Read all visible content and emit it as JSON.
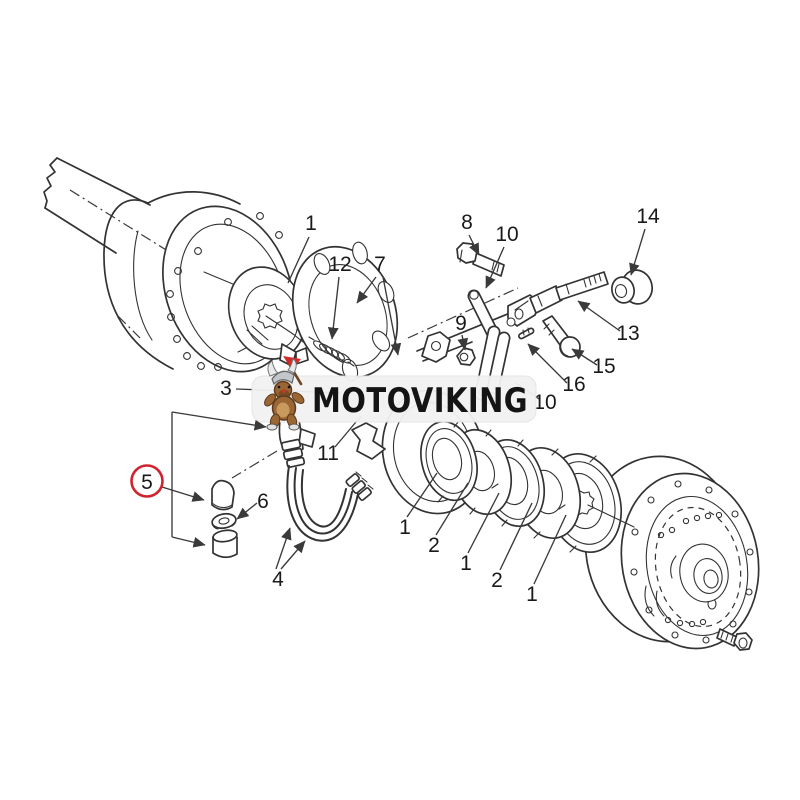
{
  "page": {
    "background": "#ffffff"
  },
  "watermark": {
    "brand": "MOTOVIKING",
    "pill_color": "#f2f2f3",
    "text_color": "#141414",
    "mascot": {
      "body_color": "#9a6633",
      "outline_color": "#5d3a1e",
      "belly_color": "#c89a5e",
      "muzzle_color": "#7a4a22",
      "helmet_color": "#c3c7cc",
      "horn_color": "#e8e9ea",
      "axe_color": "#cf2b2b",
      "foot_color": "#e2e2e2"
    }
  },
  "diagram": {
    "line_color": "#333333",
    "label_color": "#1a1a1a",
    "highlight_color": "#cf2430",
    "callouts": [
      {
        "label": "1",
        "circled": false
      },
      {
        "label": "12",
        "circled": false
      },
      {
        "label": "7",
        "circled": false
      },
      {
        "label": "8",
        "circled": false
      },
      {
        "label": "10",
        "circled": false
      },
      {
        "label": "14",
        "circled": false
      },
      {
        "label": "9",
        "circled": false
      },
      {
        "label": "13",
        "circled": false
      },
      {
        "label": "15",
        "circled": false
      },
      {
        "label": "16",
        "circled": false
      },
      {
        "label": "3",
        "circled": false
      },
      {
        "label": "11",
        "circled": false
      },
      {
        "label": "10",
        "circled": false
      },
      {
        "label": "5",
        "circled": true
      },
      {
        "label": "6",
        "circled": false
      },
      {
        "label": "4",
        "circled": false
      },
      {
        "label": "1",
        "circled": false
      },
      {
        "label": "2",
        "circled": false
      },
      {
        "label": "1",
        "circled": false
      },
      {
        "label": "2",
        "circled": false
      },
      {
        "label": "1",
        "circled": false
      }
    ]
  }
}
